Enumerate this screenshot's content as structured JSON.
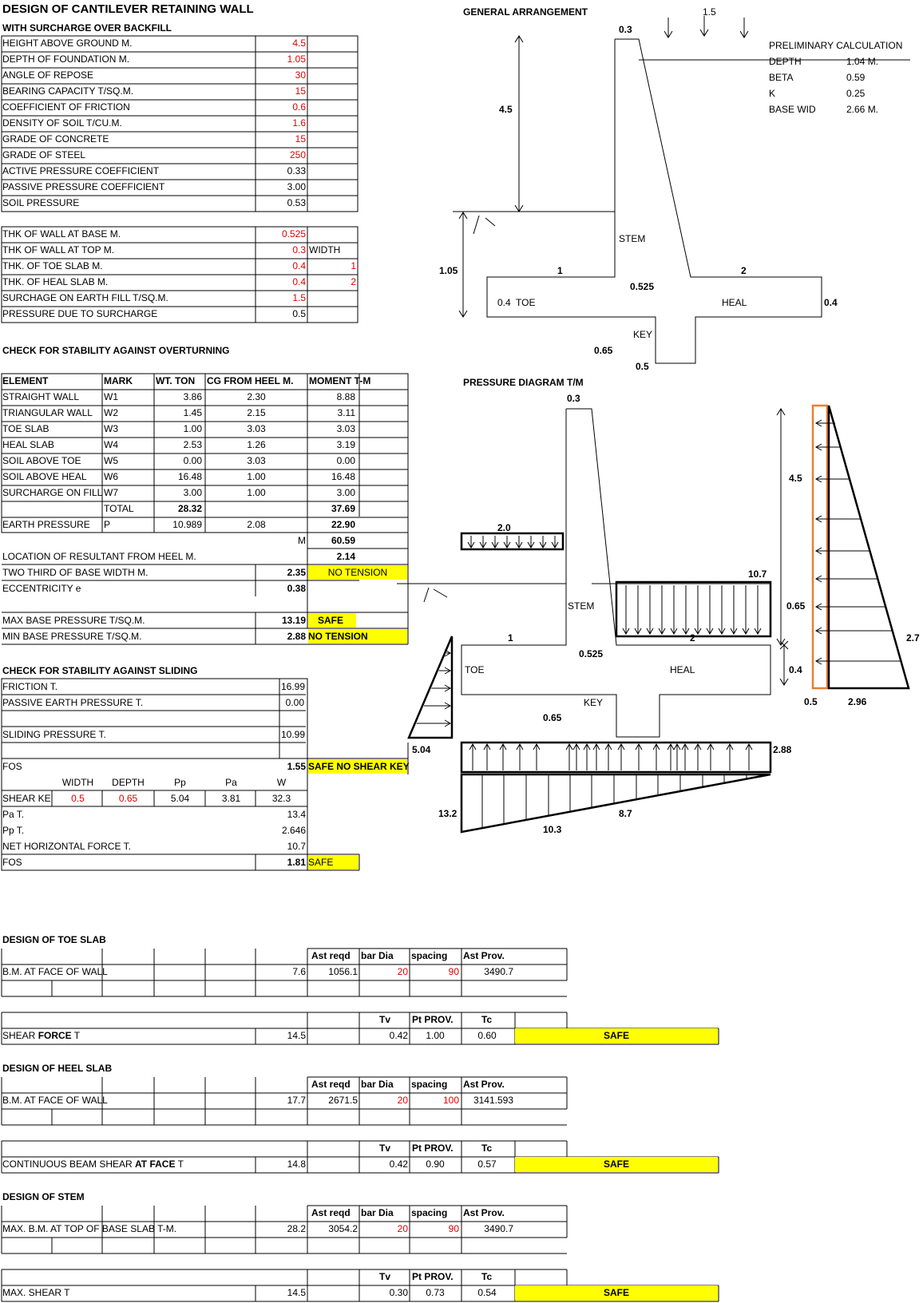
{
  "title": "DESIGN OF CANTILEVER RETAINING WALL",
  "subtitle": "WITH SURCHARGE OVER BACKFILL",
  "inputs": [
    {
      "label": "HEIGHT ABOVE GROUND M.",
      "value": "4.5"
    },
    {
      "label": "DEPTH OF FOUNDATION M.",
      "value": "1.05"
    },
    {
      "label": "ANGLE OF REPOSE",
      "value": "30"
    },
    {
      "label": "BEARING CAPACITY T/SQ.M.",
      "value": "15"
    },
    {
      "label": "COEFFICIENT OF FRICTION",
      "value": "0.6"
    },
    {
      "label": "DENSITY OF SOIL T/CU.M.",
      "value": "1.6"
    },
    {
      "label": "GRADE OF CONCRETE",
      "value": "15"
    },
    {
      "label": "GRADE OF STEEL",
      "value": "250"
    },
    {
      "label": "ACTIVE PRESSURE COEFFICIENT",
      "value": "0.33"
    },
    {
      "label": "PASSIVE PRESSURE COEFFICIENT",
      "value": "3.00"
    },
    {
      "label": "SOIL PRESSURE",
      "value": "0.53"
    }
  ],
  "dims": [
    {
      "label": "THK OF WALL AT BASE M.",
      "value": "0.525",
      "extra": ""
    },
    {
      "label": "THK OF WALL AT TOP M.",
      "value": "0.3",
      "extra": "WIDTH"
    },
    {
      "label": "THK. OF TOE SLAB M.",
      "value": "0.4",
      "extra": "1"
    },
    {
      "label": "THK. OF HEAL SLAB M.",
      "value": "0.4",
      "extra": "2"
    },
    {
      "label": "SURCHAGE ON EARTH FILL T/SQ.M.",
      "value": "1.5",
      "extra": ""
    },
    {
      "label": "PRESSURE DUE TO SURCHARGE",
      "value": "0.5",
      "extra": ""
    }
  ],
  "overturning": {
    "heading": "CHECK FOR STABILITY AGAINST OVERTURNING",
    "headers": [
      "ELEMENT",
      "MARK",
      "WT. TON",
      "CG FROM HEEL M.",
      "MOMENT T-M"
    ],
    "rows": [
      [
        "STRAIGHT WALL",
        "W1",
        "3.86",
        "2.30",
        "8.88"
      ],
      [
        "TRIANGULAR WALL",
        "W2",
        "1.45",
        "2.15",
        "3.11"
      ],
      [
        "TOE SLAB",
        "W3",
        "1.00",
        "3.03",
        "3.03"
      ],
      [
        "HEAL SLAB",
        "W4",
        "2.53",
        "1.26",
        "3.19"
      ],
      [
        "SOIL ABOVE TOE",
        "W5",
        "0.00",
        "3.03",
        "0.00"
      ],
      [
        "SOIL ABOVE HEAL",
        "W6",
        "16.48",
        "1.00",
        "16.48"
      ],
      [
        "SURCHARGE ON FILL",
        "W7",
        "3.00",
        "1.00",
        "3.00"
      ]
    ],
    "total_label": "TOTAL",
    "total_wt": "28.32",
    "total_moment": "37.69",
    "earth": [
      "EARTH PRESSURE",
      "P",
      "10.989",
      "2.08",
      "22.90"
    ],
    "m_label": "M",
    "m_value": "60.59",
    "resultant_label": "LOCATION OF RESULTANT FROM HEEL M.",
    "resultant_value": "2.14",
    "two_third_label": "TWO THIRD OF BASE WIDTH M.",
    "two_third_value": "2.35",
    "two_third_status": "NO TENSION",
    "ecc_label": "ECCENTRICITY e",
    "ecc_value": "0.38",
    "max_label": "MAX BASE PRESSURE T/SQ.M.",
    "max_value": "13.19",
    "max_status": "SAFE",
    "min_label": "MIN BASE PRESSURE T/SQ.M.",
    "min_value": "2.88",
    "min_status": "NO TENSION"
  },
  "sliding": {
    "heading": "CHECK FOR STABILITY AGAINST SLIDING",
    "friction_label": "FRICTION T.",
    "friction_value": "16.99",
    "passive_label": "PASSIVE EARTH PRESSURE T.",
    "passive_value": "0.00",
    "sliding_label": "SLIDING PRESSURE T.",
    "sliding_value": "10.99",
    "fos_label": "FOS",
    "fos_value": "1.55",
    "fos_status": "SAFE NO SHEAR KEY",
    "key_headers": [
      "WIDTH",
      "DEPTH",
      "Pp",
      "Pa",
      "W"
    ],
    "key_label": "SHEAR KEY",
    "key_values": [
      "0.5",
      "0.65",
      "5.04",
      "3.81",
      "32.3"
    ],
    "pa_label": "Pa T.",
    "pa_value": "13.4",
    "pp_label": "Pp T.",
    "pp_value": "2.646",
    "net_label": "NET HORIZONTAL FORCE T.",
    "net_value": "10.7",
    "fos2_label": "FOS",
    "fos2_value": "1.81",
    "fos2_status": "SAFE"
  },
  "design": [
    {
      "heading": "DESIGN OF TOE SLAB",
      "bm_label": "B.M. AT FACE OF WALL",
      "bm": "7.6",
      "ast": "1056.1",
      "dia": "20",
      "spacing": "90",
      "prov": "3490.7",
      "shear_label_a": "SHEAR ",
      "shear_label_b": "FORCE",
      "shear_label_c": " T",
      "shear": "14.5",
      "tv": "0.42",
      "pt": "1.00",
      "tc": "0.60",
      "status": "SAFE"
    },
    {
      "heading": "DESIGN OF HEEL SLAB",
      "bm_label": "B.M. AT FACE OF WALL",
      "bm": "17.7",
      "ast": "2671.5",
      "dia": "20",
      "spacing": "100",
      "prov": "3141.593",
      "shear_label_a": "CONTINUOUS BEAM SHEAR ",
      "shear_label_b": "AT FACE",
      "shear_label_c": " T",
      "shear": "14.8",
      "tv": "0.42",
      "pt": "0.90",
      "tc": "0.57",
      "status": "SAFE"
    },
    {
      "heading": "DESIGN OF STEM",
      "bm_label": "MAX. B.M. AT TOP OF BASE SLAB T-M.",
      "bm": "28.2",
      "ast": "3054.2",
      "dia": "20",
      "spacing": "90",
      "prov": "3490.7",
      "shear_label_a": "MAX. SHEAR T",
      "shear_label_b": "",
      "shear_label_c": "",
      "shear": "14.5",
      "tv": "0.30",
      "pt": "0.73",
      "tc": "0.54",
      "status": "SAFE"
    }
  ],
  "design_headers": {
    "ast": "Ast reqd",
    "dia": "bar Dia",
    "spacing": "spacing",
    "prov": "Ast Prov.",
    "tv": "Tv",
    "pt": "Pt PROV.",
    "tc": "Tc"
  },
  "prelim": {
    "title": "PRELIMINARY CALCULATION",
    "rows": [
      [
        "DEPTH",
        "1.04 M."
      ],
      [
        "BETA",
        "0.59"
      ],
      [
        "K",
        "0.25"
      ],
      [
        "BASE WID",
        "2.66 M."
      ]
    ]
  },
  "ga": {
    "title": "GENERAL ARRANGEMENT",
    "top": "0.3",
    "surcharge": "1.5",
    "height": "4.5",
    "depth": "1.05",
    "stem": "STEM",
    "one": "1",
    "two": "2",
    "base_thk": "0.525",
    "toe_thk": "0.4",
    "toe": "TOE",
    "heal": "HEAL",
    "heal_thk": "0.4",
    "key": "KEY",
    "key_d": "0.65",
    "key_w": "0.5"
  },
  "pd": {
    "title": "PRESSURE DIAGRAM T/M",
    "top": "0.3",
    "surcharge": "2.0",
    "p107": "10.7",
    "stem": "STEM",
    "one": "1",
    "two": "2",
    "base": "0.525",
    "toe": "TOE",
    "heal": "HEAL",
    "key": "KEY",
    "d065": "0.65",
    "p504": "5.04",
    "p288": "2.88",
    "p132": "13.2",
    "p87": "8.7",
    "p103": "10.3",
    "h45": "4.5",
    "h065": "0.65",
    "h04": "0.4",
    "p27": "2.7",
    "w05": "0.5",
    "p296": "2.96"
  }
}
